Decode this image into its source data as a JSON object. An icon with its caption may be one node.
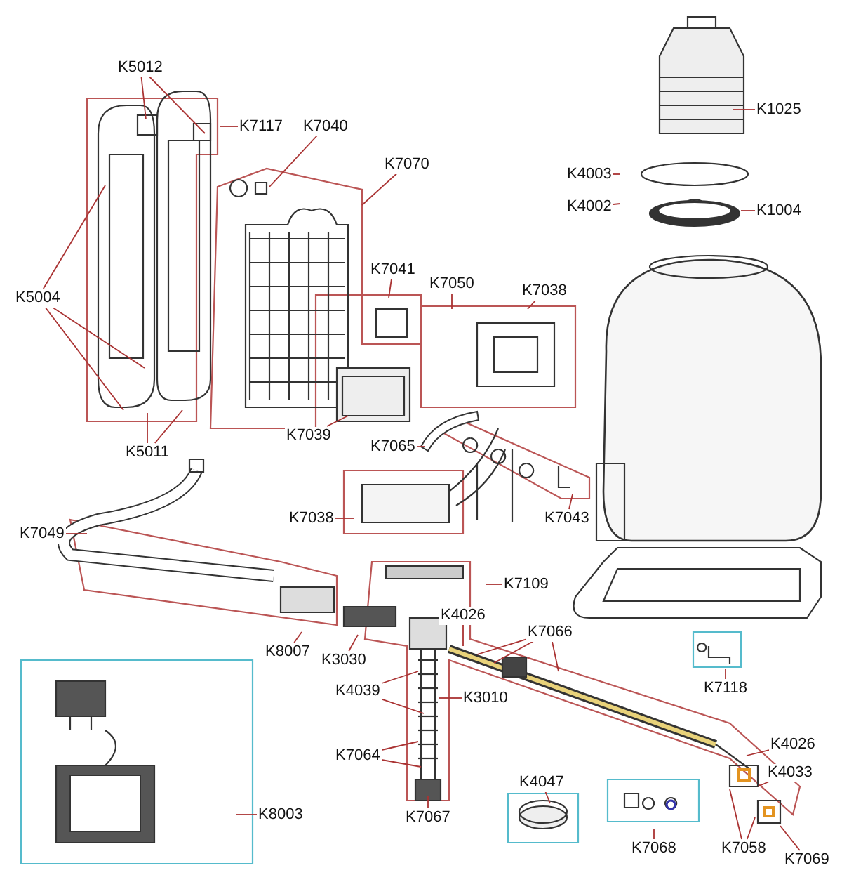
{
  "diagram": {
    "nodes": [
      {
        "text": [
          "K5012"
        ]
      },
      {
        "text": [
          "K1025"
        ]
      },
      {
        "text": [
          "K7117"
        ]
      },
      {
        "text": [
          "K7040"
        ]
      },
      {
        "text": [
          "K7070"
        ]
      },
      {
        "text": [
          "K4003"
        ]
      },
      {
        "text": [
          "K4002"
        ]
      },
      {
        "text": [
          "K1004"
        ]
      },
      {
        "text": [
          "K7041"
        ]
      },
      {
        "text": [
          "K7050"
        ]
      },
      {
        "text": [
          "K7038"
        ]
      },
      {
        "text": [
          "K5004"
        ]
      },
      {
        "text": [
          "K7039"
        ]
      },
      {
        "text": [
          "K7065"
        ]
      },
      {
        "text": [
          "K5011"
        ]
      },
      {
        "text": [
          "K7038"
        ]
      },
      {
        "text": [
          "K7043"
        ]
      },
      {
        "text": [
          "K7049"
        ]
      },
      {
        "text": [
          "K7109"
        ]
      },
      {
        "text": [
          "K4026"
        ]
      },
      {
        "text": [
          "K7066"
        ]
      },
      {
        "text": [
          "K8007"
        ]
      },
      {
        "text": [
          "K3030"
        ]
      },
      {
        "text": [
          "K7118"
        ]
      },
      {
        "text": [
          "K4039"
        ]
      },
      {
        "text": [
          "K3010"
        ]
      },
      {
        "text": [
          "K4026"
        ]
      },
      {
        "text": [
          "K7064"
        ]
      },
      {
        "text": [
          "K4033"
        ]
      },
      {
        "text": [
          "K4047"
        ]
      },
      {
        "text": [
          "K8003"
        ]
      },
      {
        "text": [
          "K7067"
        ]
      },
      {
        "text": [
          "K7068"
        ]
      },
      {
        "text": [
          "K7058"
        ]
      },
      {
        "text": [
          "K7069"
        ]
      }
    ],
    "edges": [
      {
        "from": 0,
        "to": null,
        "arrow": "none"
      },
      {
        "from": 0,
        "to": null,
        "arrow": "none"
      },
      {
        "from": 1,
        "to": null,
        "arrow": "none"
      },
      {
        "from": 2,
        "to": null,
        "arrow": "none"
      },
      {
        "from": 3,
        "to": null,
        "arrow": "none"
      },
      {
        "from": 4,
        "to": null,
        "arrow": "none"
      },
      {
        "from": 5,
        "to": null,
        "arrow": "none"
      },
      {
        "from": 6,
        "to": null,
        "arrow": "none"
      },
      {
        "from": 7,
        "to": null,
        "arrow": "none"
      },
      {
        "from": 8,
        "to": null,
        "arrow": "none"
      },
      {
        "from": 9,
        "to": null,
        "arrow": "none"
      },
      {
        "from": 10,
        "to": null,
        "arrow": "none"
      },
      {
        "from": 11,
        "to": null,
        "arrow": "none"
      },
      {
        "from": 11,
        "to": null,
        "arrow": "none"
      },
      {
        "from": 11,
        "to": null,
        "arrow": "none"
      },
      {
        "from": 12,
        "to": null,
        "arrow": "none"
      },
      {
        "from": 13,
        "to": null,
        "arrow": "none"
      },
      {
        "from": 14,
        "to": null,
        "arrow": "none"
      },
      {
        "from": 14,
        "to": null,
        "arrow": "none"
      },
      {
        "from": 15,
        "to": null,
        "arrow": "none"
      },
      {
        "from": 16,
        "to": null,
        "arrow": "none"
      },
      {
        "from": 17,
        "to": null,
        "arrow": "none"
      },
      {
        "from": 18,
        "to": null,
        "arrow": "none"
      },
      {
        "from": 19,
        "to": null,
        "arrow": "none"
      },
      {
        "from": 20,
        "to": null,
        "arrow": "none"
      },
      {
        "from": 20,
        "to": null,
        "arrow": "none"
      },
      {
        "from": 20,
        "to": null,
        "arrow": "none"
      },
      {
        "from": 21,
        "to": null,
        "arrow": "none"
      },
      {
        "from": 22,
        "to": null,
        "arrow": "none"
      },
      {
        "from": 23,
        "to": null,
        "arrow": "none"
      },
      {
        "from": 24,
        "to": null,
        "arrow": "none"
      },
      {
        "from": 24,
        "to": null,
        "arrow": "none"
      },
      {
        "from": 25,
        "to": null,
        "arrow": "none"
      },
      {
        "from": 26,
        "to": null,
        "arrow": "none"
      },
      {
        "from": 27,
        "to": null,
        "arrow": "none"
      },
      {
        "from": 27,
        "to": null,
        "arrow": "none"
      },
      {
        "from": 28,
        "to": null,
        "arrow": "none"
      },
      {
        "from": 29,
        "to": null,
        "arrow": "none"
      },
      {
        "from": 30,
        "to": null,
        "arrow": "none"
      },
      {
        "from": 31,
        "to": null,
        "arrow": "none"
      },
      {
        "from": 32,
        "to": null,
        "arrow": "none"
      },
      {
        "from": 33,
        "to": null,
        "arrow": "none"
      },
      {
        "from": 33,
        "to": null,
        "arrow": "none"
      },
      {
        "from": 34,
        "to": null,
        "arrow": "none"
      }
    ]
  }
}
